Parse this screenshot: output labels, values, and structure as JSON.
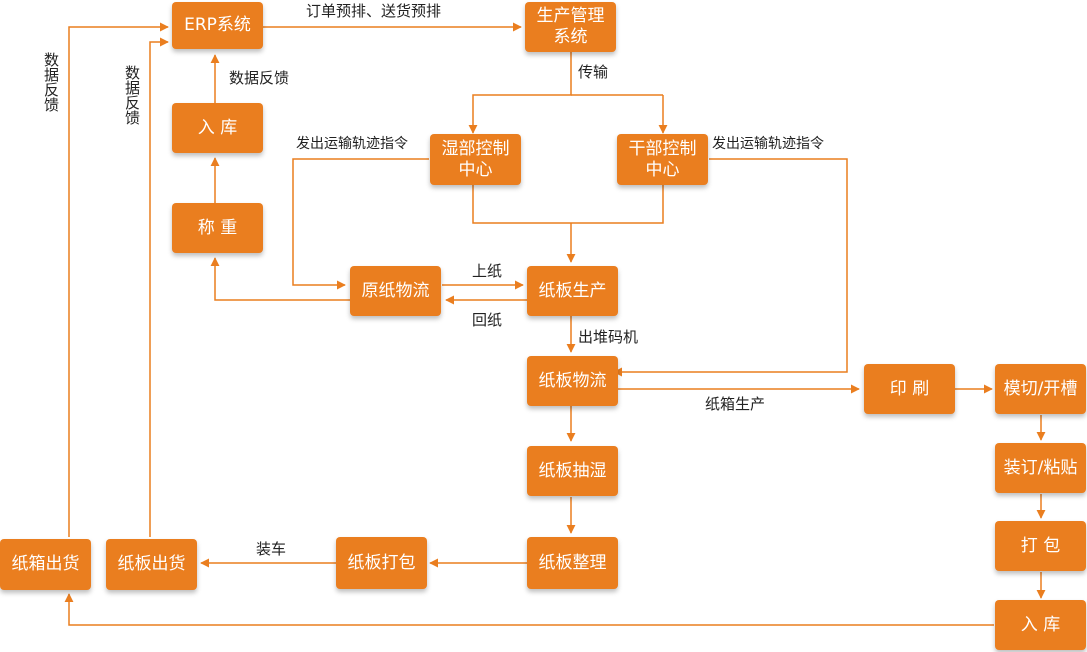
{
  "colors": {
    "box_fill": "#ea7e1f",
    "box_text": "#ffffff",
    "connector": "#ea7e1f",
    "label_text": "#222222"
  },
  "nodes": {
    "erp": "ERP系统",
    "production_mgmt": "生产管理\n系统",
    "warehouse_in_top": "入 库",
    "weighing": "称 重",
    "wet_control": "湿部控制\n中心",
    "dry_control": "干部控制\n中心",
    "raw_paper_logistics": "原纸物流",
    "board_production": "纸板生产",
    "board_logistics": "纸板物流",
    "printing": "印 刷",
    "die_cut": "模切/开槽",
    "binding_gluing": "装订/粘贴",
    "packing_right": "打 包",
    "warehouse_in_bottom": "入 库",
    "board_dehumidify": "纸板抽湿",
    "board_sorting": "纸板整理",
    "board_packing": "纸板打包",
    "board_shipping": "纸板出货",
    "carton_shipping": "纸箱出货"
  },
  "edge_labels": {
    "order_schedule": "订单预排、送货预排",
    "transmission": "传输",
    "data_feedback_top": "数据反馈",
    "issue_cmd_left": "发出运输轨迹指令",
    "issue_cmd_right": "发出运输轨迹指令",
    "load_paper": "上纸",
    "return_paper": "回纸",
    "to_stacker": "出堆码机",
    "carton_production": "纸箱生产",
    "loading": "装车",
    "data_feedback_left_1": "数据反馈",
    "data_feedback_left_2": "数据反馈"
  }
}
